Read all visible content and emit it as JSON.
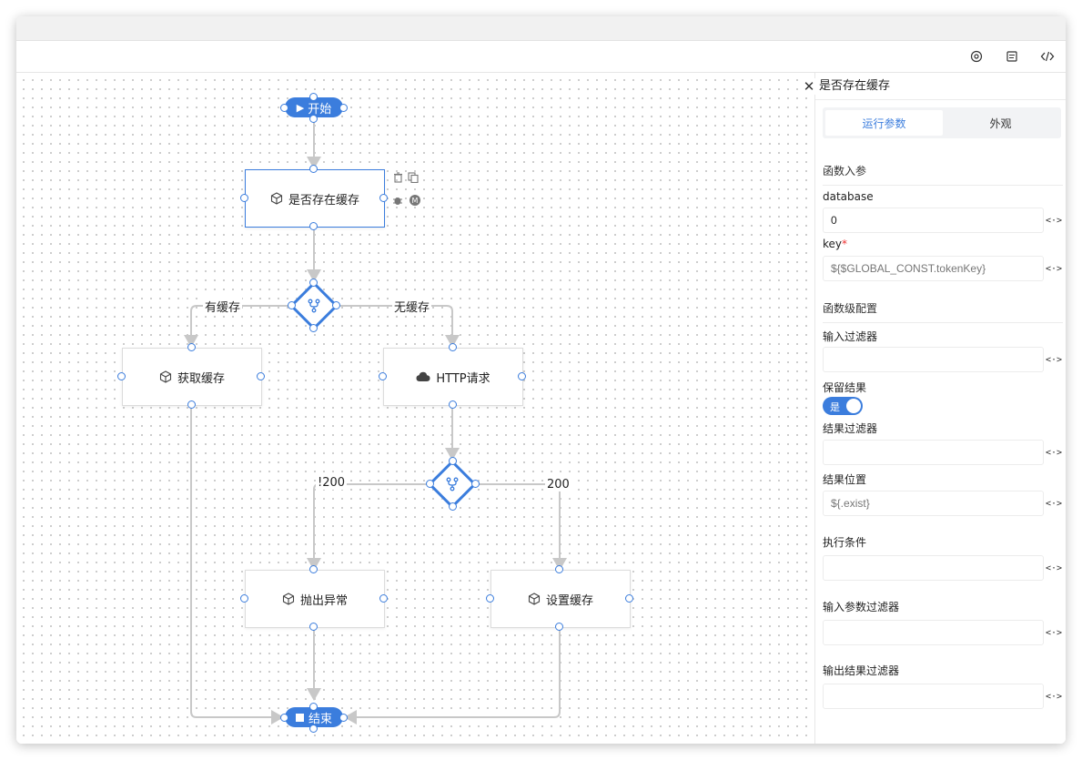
{
  "toolbar": {
    "icons": [
      "settings-icon",
      "document-icon",
      "code-icon"
    ]
  },
  "flow": {
    "start_label": "开始",
    "end_label": "结束",
    "nodes": {
      "check_cache": "是否存在缓存",
      "get_cache": "获取缓存",
      "http_request": "HTTP请求",
      "throw_error": "抛出异常",
      "set_cache": "设置缓存"
    },
    "edge_labels": {
      "has_cache": "有缓存",
      "no_cache": "无缓存",
      "not_200": "!200",
      "is_200": "200"
    },
    "colors": {
      "accent": "#3b7ddd",
      "edge": "#c8c8c8"
    }
  },
  "panel": {
    "title": "是否存在缓存",
    "tabs": [
      "运行参数",
      "外观"
    ],
    "active_tab": "运行参数",
    "section_inputs": "函数入参",
    "database_label": "database",
    "database_value": "0",
    "key_label": "key",
    "key_required_mark": "*",
    "key_value": "${$GLOBAL_CONST.tokenKey}",
    "section_config": "函数级配置",
    "input_filter_label": "输入过滤器",
    "input_filter_value": "",
    "keep_result_label": "保留结果",
    "keep_result_toggle": "是",
    "result_filter_label": "结果过滤器",
    "result_filter_value": "",
    "result_position_label": "结果位置",
    "result_position_value": "${.exist}",
    "exec_condition_label": "执行条件",
    "exec_condition_value": "",
    "input_param_filter_label": "输入参数过滤器",
    "input_param_filter_value": "",
    "output_result_filter_label": "输出结果过滤器",
    "output_result_filter_value": "",
    "code_toggle_glyph": "<·>"
  }
}
